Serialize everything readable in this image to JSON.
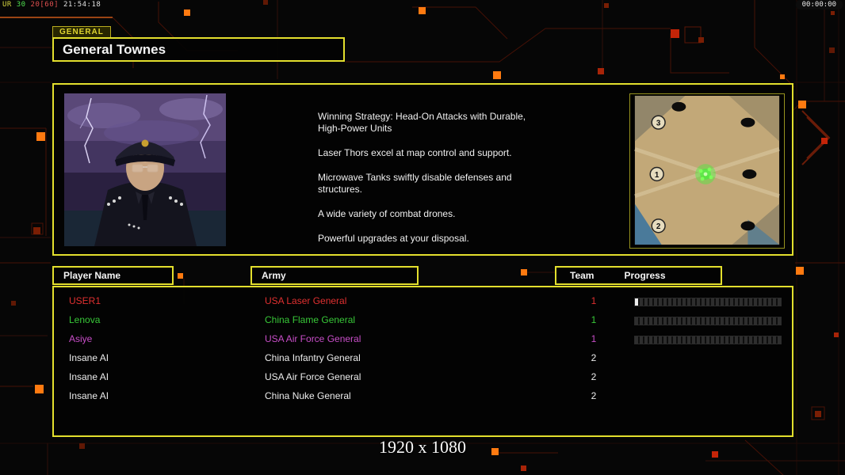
{
  "hud": {
    "debug_parts": [
      {
        "text": "UR",
        "color": "#d8d840"
      },
      {
        "text": "30",
        "color": "#50e050"
      },
      {
        "text": "20[60]",
        "color": "#e05050"
      },
      {
        "text": "21:54:18",
        "color": "#e0e0e0"
      }
    ],
    "clock": "00:00:00"
  },
  "general": {
    "tab_label": "GENERAL",
    "name": "General Townes",
    "strategy_lines": [
      "Winning Strategy: Head-On Attacks with Durable,",
      "High-Power Units",
      "",
      "Laser Thors excel at map control and support.",
      "",
      "Microwave Tanks swiftly disable defenses and",
      "structures.",
      "",
      "A wide variety of combat drones.",
      "",
      "Powerful upgrades at your disposal."
    ]
  },
  "minimap": {
    "markers": [
      "3",
      "1",
      "2"
    ]
  },
  "players": {
    "headers": {
      "name": "Player Name",
      "army": "Army",
      "team": "Team",
      "progress": "Progress"
    },
    "rows": [
      {
        "name": "USER1",
        "army": "USA Laser General",
        "team": "1",
        "color": "#e03030",
        "has_bar": true,
        "progress": 2
      },
      {
        "name": "Lenova",
        "army": "China Flame General",
        "team": "1",
        "color": "#38c838",
        "has_bar": true,
        "progress": 0
      },
      {
        "name": "Asiye",
        "army": "USA Air Force General",
        "team": "1",
        "color": "#c84ec8",
        "has_bar": true,
        "progress": 0
      },
      {
        "name": "Insane AI",
        "army": "China Infantry General",
        "team": "2",
        "color": "#ececec",
        "has_bar": false,
        "progress": 0
      },
      {
        "name": "Insane AI",
        "army": "USA Air Force General",
        "team": "2",
        "color": "#ececec",
        "has_bar": false,
        "progress": 0
      },
      {
        "name": "Insane AI",
        "army": "China Nuke General",
        "team": "2",
        "color": "#ececec",
        "has_bar": false,
        "progress": 0
      }
    ]
  },
  "footer": {
    "resolution": "1920 x 1080"
  },
  "colors": {
    "frame_yellow": "#e3df2d",
    "accent_orange": "#ff7a10",
    "accent_red": "#c42408"
  }
}
